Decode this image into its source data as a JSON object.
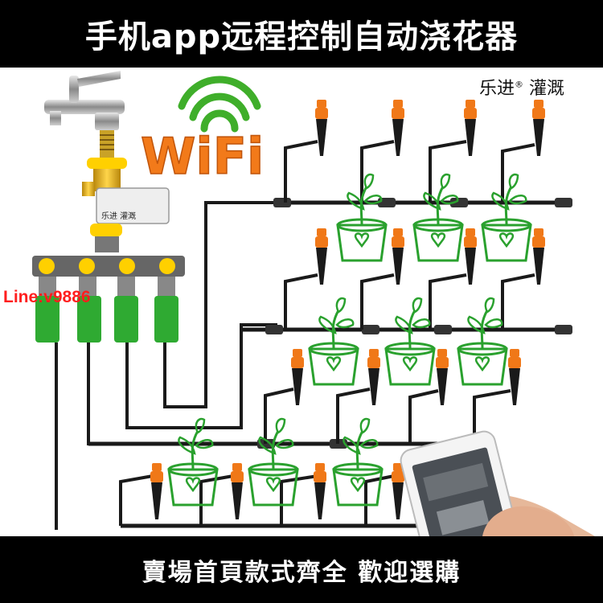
{
  "header": {
    "title": "手机app远程控制自动浇花器"
  },
  "brand": {
    "text": "乐进",
    "mark": "®",
    "tail": "灌溉"
  },
  "wifi": {
    "text": "WiFi"
  },
  "valve": {
    "label": "乐进 灌溉"
  },
  "watermark": {
    "text": "Line:v9886"
  },
  "footer": {
    "text": "賣場首頁款式齊全  歡迎選購"
  },
  "colors": {
    "banner_bg": "#000000",
    "emitter_orange": "#f07818",
    "emitter_black": "#1a1a1a",
    "connector_green": "#2faa32",
    "plant_green": "#2aa12e",
    "wifi_orange": "#f27a1a",
    "wifi_green": "#3fae2a",
    "watermark_red": "#ff1e1e"
  },
  "icons": [
    "faucet-icon",
    "wifi-icon",
    "smartphone-icon",
    "plant-pot-icon",
    "drip-emitter-icon"
  ]
}
